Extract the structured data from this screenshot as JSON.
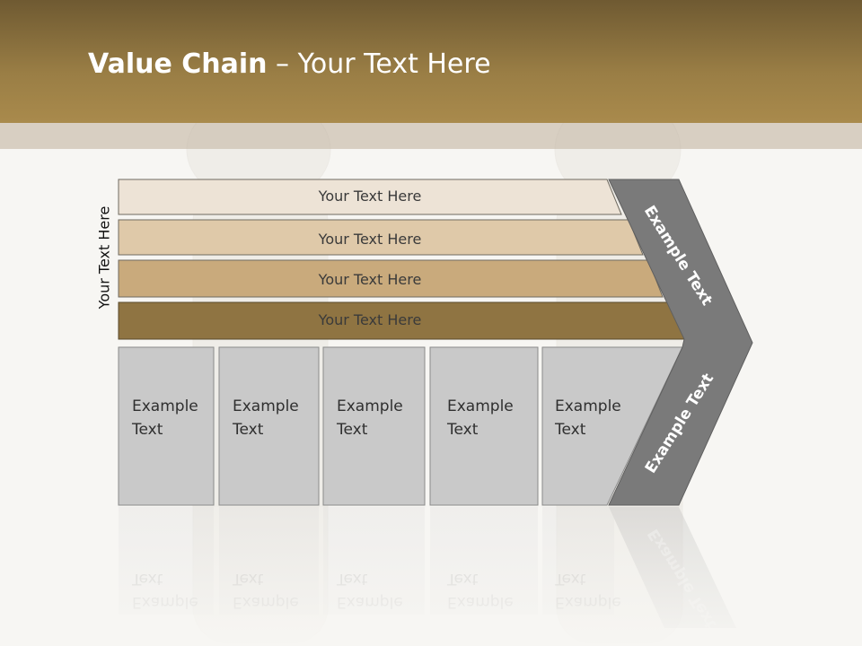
{
  "title": {
    "bold": "Value Chain",
    "rest": " – Your Text Here"
  },
  "side_label": "Your Text Here",
  "rows": [
    {
      "label": "Your Text Here",
      "color": "#ede3d6"
    },
    {
      "label": "Your Text Here",
      "color": "#dfc9a9"
    },
    {
      "label": "Your Text Here",
      "color": "#c9aa7c"
    },
    {
      "label": "Your Text Here",
      "color": "#8f7442"
    }
  ],
  "boxes": [
    {
      "line1": "Example",
      "line2": "Text"
    },
    {
      "line1": "Example",
      "line2": "Text"
    },
    {
      "line1": "Example",
      "line2": "Text"
    },
    {
      "line1": "Example",
      "line2": "Text"
    },
    {
      "line1": "Example",
      "line2": "Text"
    }
  ],
  "chevron": {
    "top_label": "Example Text",
    "bottom_label": "Example Text",
    "color": "#7a7a7a"
  },
  "colors": {
    "header": "#9a7e45",
    "box_fill": "#c9c9c9",
    "box_border": "#ffffff"
  }
}
